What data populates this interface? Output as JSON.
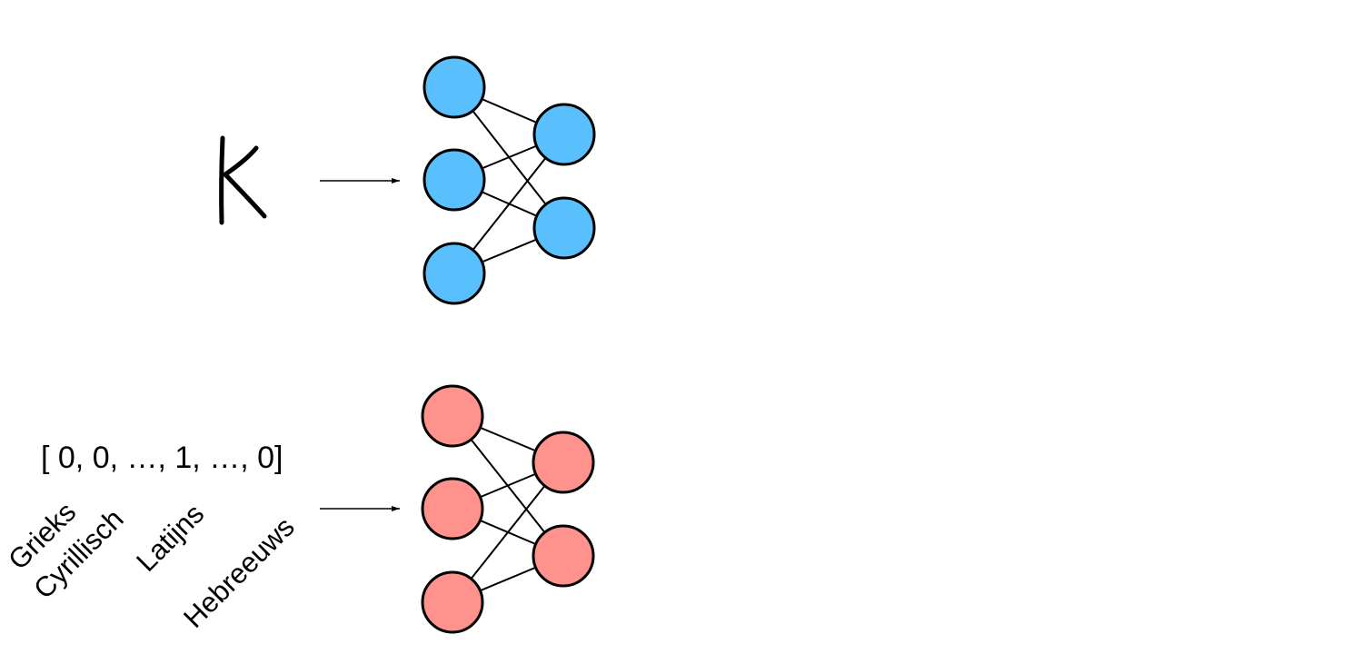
{
  "colors": {
    "network_top_fill": "#5abffd",
    "network_bottom_fill": "#ff928c",
    "stroke": "#000000",
    "background": "#ffffff"
  },
  "top_input": {
    "glyph_icon": "handwritten-letter-k-icon"
  },
  "bottom_input": {
    "vector_text": "[ 0, 0, …, 1, …, 0]",
    "categories": [
      "Grieks",
      "Cyrillisch",
      "Latijns",
      "Hebreeuws"
    ]
  },
  "networks": [
    {
      "name": "input-network",
      "color": "#5abffd",
      "layers": [
        3,
        2
      ]
    },
    {
      "name": "label-network",
      "color": "#ff928c",
      "layers": [
        3,
        2
      ]
    }
  ]
}
